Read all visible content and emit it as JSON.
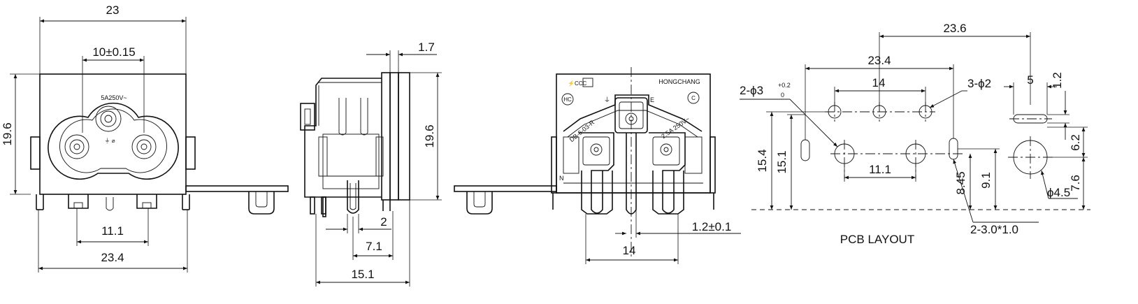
{
  "front_view": {
    "width_top": "23",
    "pin_spacing_top": "10±0.15",
    "height_left": "19.6",
    "pin_spacing_bottom": "11.1",
    "width_bottom": "23.4",
    "rating_text": "5A250V~"
  },
  "side_view": {
    "flange": "1.7",
    "height": "19.6",
    "pin_width": "2",
    "pin_offset": "7.1",
    "depth": "15.1"
  },
  "rear_view": {
    "brand": "HONGCHANG",
    "model": "DB-6-03-R",
    "rating": "2.5A 250V~",
    "terminal_e": "E",
    "terminal_n": "N",
    "logo_hc": "HC",
    "pin_thickness": "1.2±0.1",
    "pin_spacing": "14"
  },
  "pcb_layout": {
    "title": "PCB LAYOUT",
    "overall_width": "23.6",
    "width_2": "23.4",
    "hole_spacing_top": "14",
    "hole_spacing_mid": "11.1",
    "holes_small_label": "3-ϕ2",
    "holes_large_label": "2-ϕ3",
    "tol_plus": "+0.2",
    "tol_zero": "0",
    "slot_label": "2-3.0*1.0",
    "height_15_4": "15.4",
    "height_15_1": "15.1",
    "height_8_45": "8.45",
    "height_9_1": "9.1",
    "dim_5": "5",
    "dim_1_2": "1.2",
    "dim_6_2": "6.2",
    "dim_7_6": "7.6",
    "hole_d45": "ϕ4.5"
  }
}
